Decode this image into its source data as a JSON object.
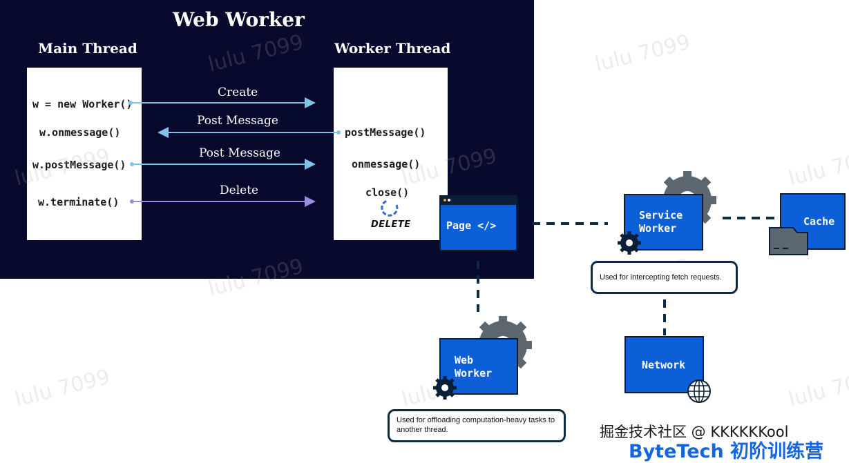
{
  "web_worker_panel": {
    "title": "Web Worker",
    "main_thread_label": "Main Thread",
    "worker_thread_label": "Worker Thread",
    "main_thread_code": [
      "w = new Worker()",
      "w.onmessage()",
      "w.postMessage()",
      "w.terminate()"
    ],
    "worker_thread_code": [
      "postMessage()",
      "onmessage()",
      "close()"
    ],
    "arrows": [
      "Create",
      "Post Message",
      "Post Message",
      "Delete"
    ],
    "delete_badge": "DELETE"
  },
  "diagram": {
    "page_node": "Page </>",
    "service_worker_node": "Service\nWorker",
    "cache_node": "Cache",
    "web_worker_node": "Web\nWorker",
    "network_node": "Network",
    "service_worker_note": "Used for intercepting fetch requests.",
    "web_worker_note": "Used for offloading computation-heavy tasks to another thread."
  },
  "watermark": "lulu 7099",
  "footer": {
    "credit": "掘金技术社区 @ KKKKKKool",
    "brand": "ByteTech 初阶训练营"
  },
  "colors": {
    "panel_bg": "#070a2c",
    "node_blue": "#0c5fd6",
    "dark_outline": "#0d2a45",
    "gear_gray": "#5c6770",
    "arrow_cyan": "#7fc4e6",
    "arrow_purple": "#9a8ce0"
  },
  "icons": [
    "gear-icon",
    "folder-icon",
    "globe-icon",
    "refresh-icon",
    "browser-dots-icon"
  ]
}
